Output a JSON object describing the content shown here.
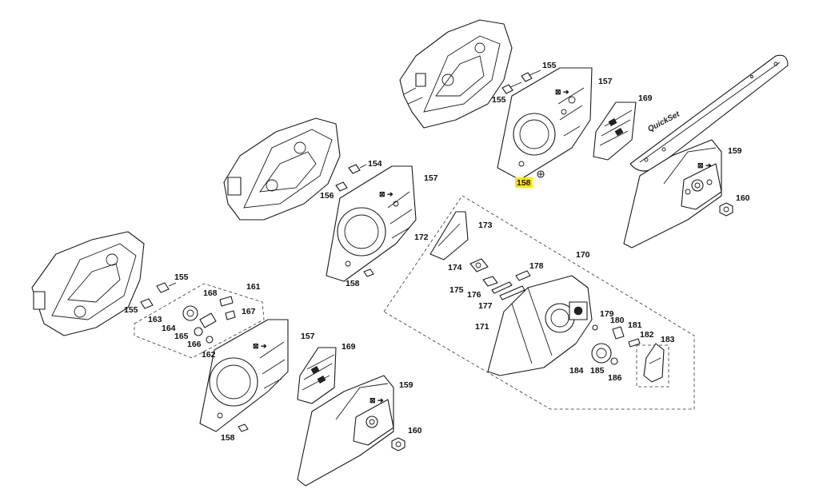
{
  "highlight_color": "#ffe800",
  "line_color": "#1a1a1a",
  "bar_brand": "QuickSet",
  "labels": {
    "l155a": "155",
    "l155b": "155",
    "l157a": "157",
    "l169a": "169",
    "l158a": "158",
    "l159a": "159",
    "l160a": "160",
    "l154": "154",
    "l156": "156",
    "l157b": "157",
    "l158b": "158",
    "l172": "172",
    "l173": "173",
    "l170": "170",
    "l174": "174",
    "l175": "175",
    "l176": "176",
    "l177": "177",
    "l178": "178",
    "l171": "171",
    "l179": "179",
    "l180": "180",
    "l181": "181",
    "l182": "182",
    "l183": "183",
    "l184": "184",
    "l185": "185",
    "l186": "186",
    "l155c": "155",
    "l155d": "155",
    "l161": "161",
    "l168": "168",
    "l163": "163",
    "l164": "164",
    "l167": "167",
    "l165": "165",
    "l166": "166",
    "l162": "162",
    "l157c": "157",
    "l169b": "169",
    "l158c": "158",
    "l159b": "159",
    "l160b": "160"
  }
}
